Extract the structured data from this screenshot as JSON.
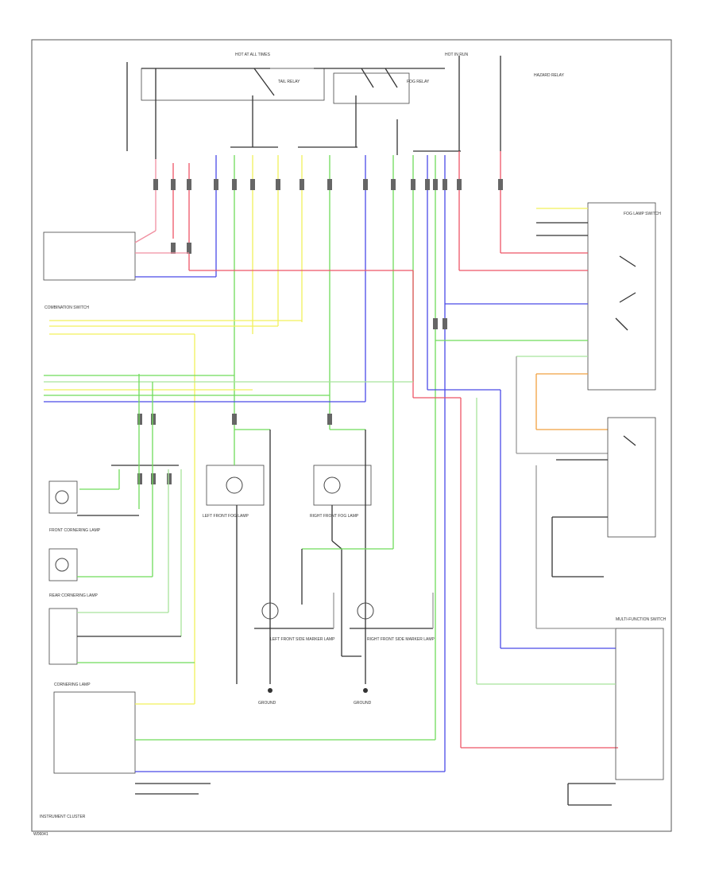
{
  "diagram": {
    "footer": {
      "instrument_cluster": "INSTRUMENT CLUSTER",
      "page_code": "W06041"
    },
    "components": {
      "combination_switch": "COMBINATION SWITCH",
      "cornering_lamp": "CORNERING LAMP",
      "fog_lamp_switch": "FOG LAMP SWITCH",
      "multi_function_switch": "MULTI-FUNCTION SWITCH",
      "instrument_cluster": "INSTRUMENT CLUSTER"
    },
    "lamps": {
      "left_front_fog": "LEFT FRONT FOG LAMP",
      "right_front_fog": "RIGHT FRONT FOG LAMP",
      "left_front_side_marker": "LEFT FRONT SIDE MARKER LAMP",
      "right_front_side_marker": "RIGHT FRONT SIDE MARKER LAMP",
      "front_cornering": "FRONT CORNERING LAMP",
      "rear_cornering": "REAR CORNERING LAMP"
    },
    "labels": {
      "hot_in_run": "HOT IN RUN",
      "hot_at_all_times": "HOT AT ALL TIMES",
      "fog_relay": "FOG RELAY",
      "tail_relay": "TAIL RELAY",
      "hazard_relay": "HAZARD RELAY",
      "ground": "GROUND"
    },
    "wire_colors": {
      "red": "#ee5566",
      "pink": "#f08fa0",
      "blue": "#4a4ae8",
      "green": "#6fdc5a",
      "light_green": "#a8e39c",
      "yellow": "#f2f05a",
      "orange": "#f0a040",
      "black": "#333333",
      "gray": "#999999"
    }
  }
}
